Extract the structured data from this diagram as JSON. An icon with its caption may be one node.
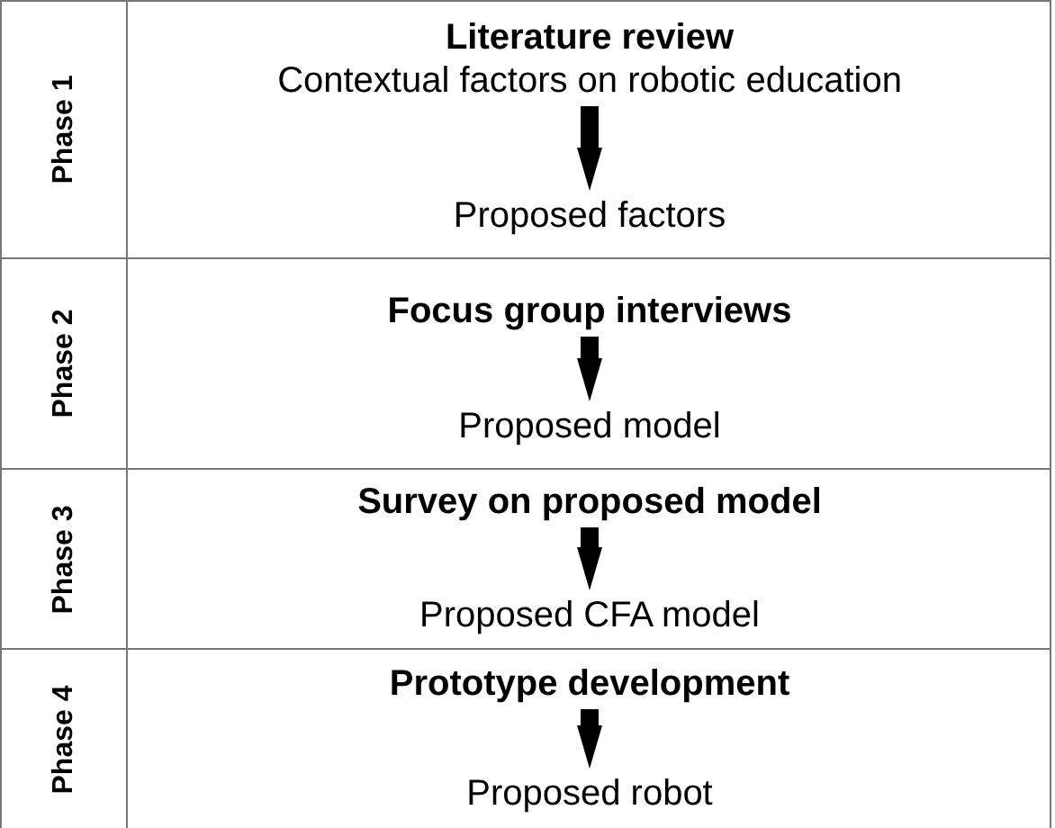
{
  "diagram": {
    "nodes": [
      {
        "text": [
          "Phase 1"
        ]
      },
      {
        "text": [
          "Literature review",
          "Contextual factors on robotic education"
        ],
        "in": 0
      },
      {
        "text": [
          "Proposed factors"
        ],
        "in": 0
      },
      {
        "text": [
          "Phase 2"
        ]
      },
      {
        "text": [
          "Focus group interviews"
        ],
        "in": 3
      },
      {
        "text": [
          "Proposed model"
        ],
        "in": 3
      },
      {
        "text": [
          "Phase 3"
        ]
      },
      {
        "text": [
          "Survey on proposed model"
        ],
        "in": 6
      },
      {
        "text": [
          "Proposed CFA model"
        ],
        "in": 6
      },
      {
        "text": [
          "Phase 4"
        ]
      },
      {
        "text": [
          "Prototype development"
        ],
        "in": 9
      },
      {
        "text": [
          "Proposed robot"
        ],
        "in": 9
      }
    ],
    "edges": [
      {
        "from": 1,
        "to": 2,
        "arrow": "to"
      },
      {
        "from": 4,
        "to": 5,
        "arrow": "to"
      },
      {
        "from": 7,
        "to": 8,
        "arrow": "to"
      },
      {
        "from": 10,
        "to": 11,
        "arrow": "to"
      }
    ]
  }
}
